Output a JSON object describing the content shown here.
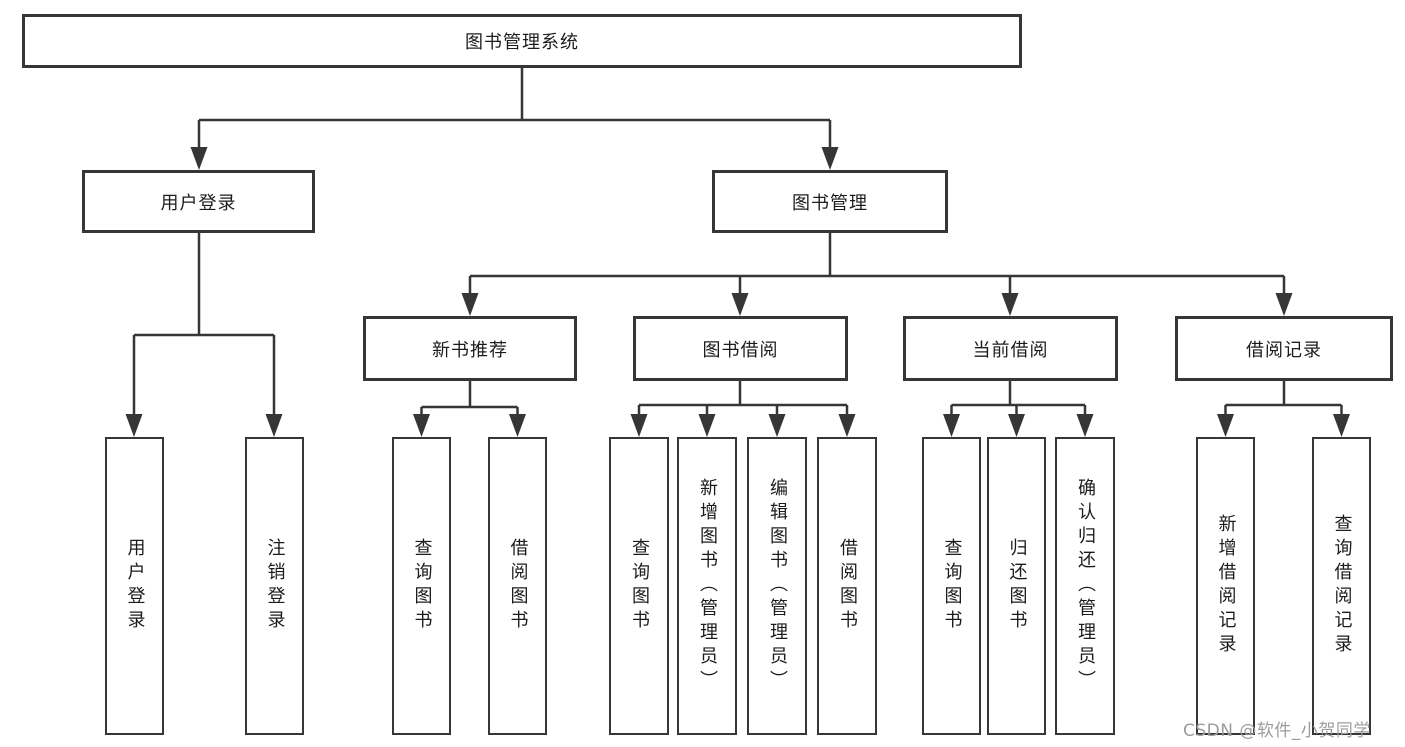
{
  "diagram": {
    "root": {
      "label": "图书管理系统"
    },
    "branches": [
      {
        "label": "用户登录",
        "children": [
          {
            "label": "用户登录"
          },
          {
            "label": "注销登录"
          }
        ]
      },
      {
        "label": "图书管理",
        "children": [
          {
            "label": "新书推荐",
            "children": [
              {
                "label": "查询图书"
              },
              {
                "label": "借阅图书"
              }
            ]
          },
          {
            "label": "图书借阅",
            "children": [
              {
                "label": "查询图书"
              },
              {
                "label": "新增图书（管理员）"
              },
              {
                "label": "编辑图书（管理员）"
              },
              {
                "label": "借阅图书"
              }
            ]
          },
          {
            "label": "当前借阅",
            "children": [
              {
                "label": "查询图书"
              },
              {
                "label": "归还图书"
              },
              {
                "label": "确认归还（管理员）"
              }
            ]
          },
          {
            "label": "借阅记录",
            "children": [
              {
                "label": "新增借阅记录"
              },
              {
                "label": "查询借阅记录"
              }
            ]
          }
        ]
      }
    ]
  },
  "watermark": {
    "text": "CSDN @软件_小贺同学"
  },
  "colors": {
    "line": "#363636",
    "text": "#1c1c1c",
    "watermark": "#9c9c9c",
    "background": "#ffffff"
  }
}
